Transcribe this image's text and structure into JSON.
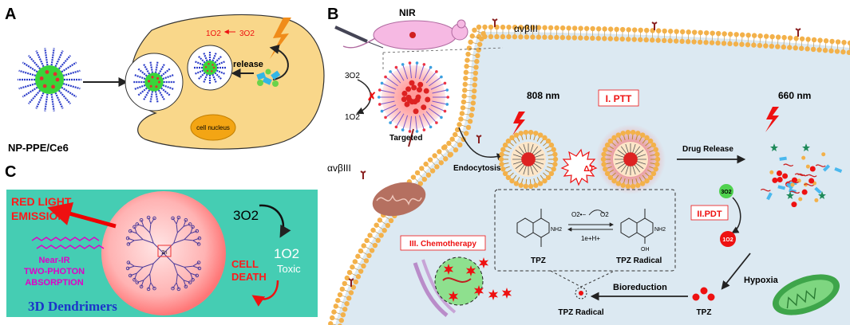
{
  "panel_a": {
    "letter": "A",
    "nanoparticle_label": "NP-PPE/Ce6",
    "singlet_label_a": "1O2",
    "triplet_label_a": "3O2",
    "release_label": "release",
    "nucleus_label": "cell nucleus"
  },
  "panel_b": {
    "letter": "B",
    "nir_label": "NIR",
    "integrin_label": "αvβIII",
    "integrin_label_2": "αvβIII",
    "triplet_oxygen": "3O2",
    "singlet_oxygen": "1O2",
    "targeted_label": "Targeted",
    "wavelength_1": "808 nm",
    "ptt_label": "I. PTT",
    "wavelength_2": "660 nm",
    "endocytosis_label": "Endocytosis",
    "heat_label": "ΔT",
    "drug_release_label": "Drug Release",
    "pdt_label": "II.PDT",
    "o2_small": "3O2",
    "o2_singlet_small": "1O2",
    "chemo_label": "III. Chemotherapy",
    "radical_eq_left": "O2•−",
    "radical_eq_right": "O2",
    "radical_eq_bottom": "1e+H+",
    "tpz_left": "TPZ",
    "tpz_right": "TPZ  Radical",
    "oh_label": "OH",
    "nh2_label": "NH2",
    "hypoxia_label": "Hypoxia",
    "bioreduction_label": "Bioreduction",
    "tpz_radical_label": "TPZ Radical",
    "tpz_bottom_label": "TPZ"
  },
  "panel_c": {
    "letter": "C",
    "red_light_label": "RED LIGHT\nEMISSION",
    "near_ir_label": "Near-IR\nTWO-PHOTON\nABSORPTION",
    "triplet_oxygen": "3O2",
    "singlet_oxygen": "1O2",
    "toxic_label": "Toxic",
    "cell_death_label": "CELL\nDEATH",
    "dendrimer_label": "3D Dendrimers",
    "zn_label": "Zn"
  },
  "colors": {
    "cell_cytoplasm_a": "#f9d78a",
    "cell_bg_b": "#dce9f2",
    "membrane_head": "#f3b14a",
    "panel_c_bg": "#2ec3a8",
    "red_text": "#ff2a2a",
    "blue_text": "#1b35c9",
    "magenta_text": "#e000c8"
  }
}
